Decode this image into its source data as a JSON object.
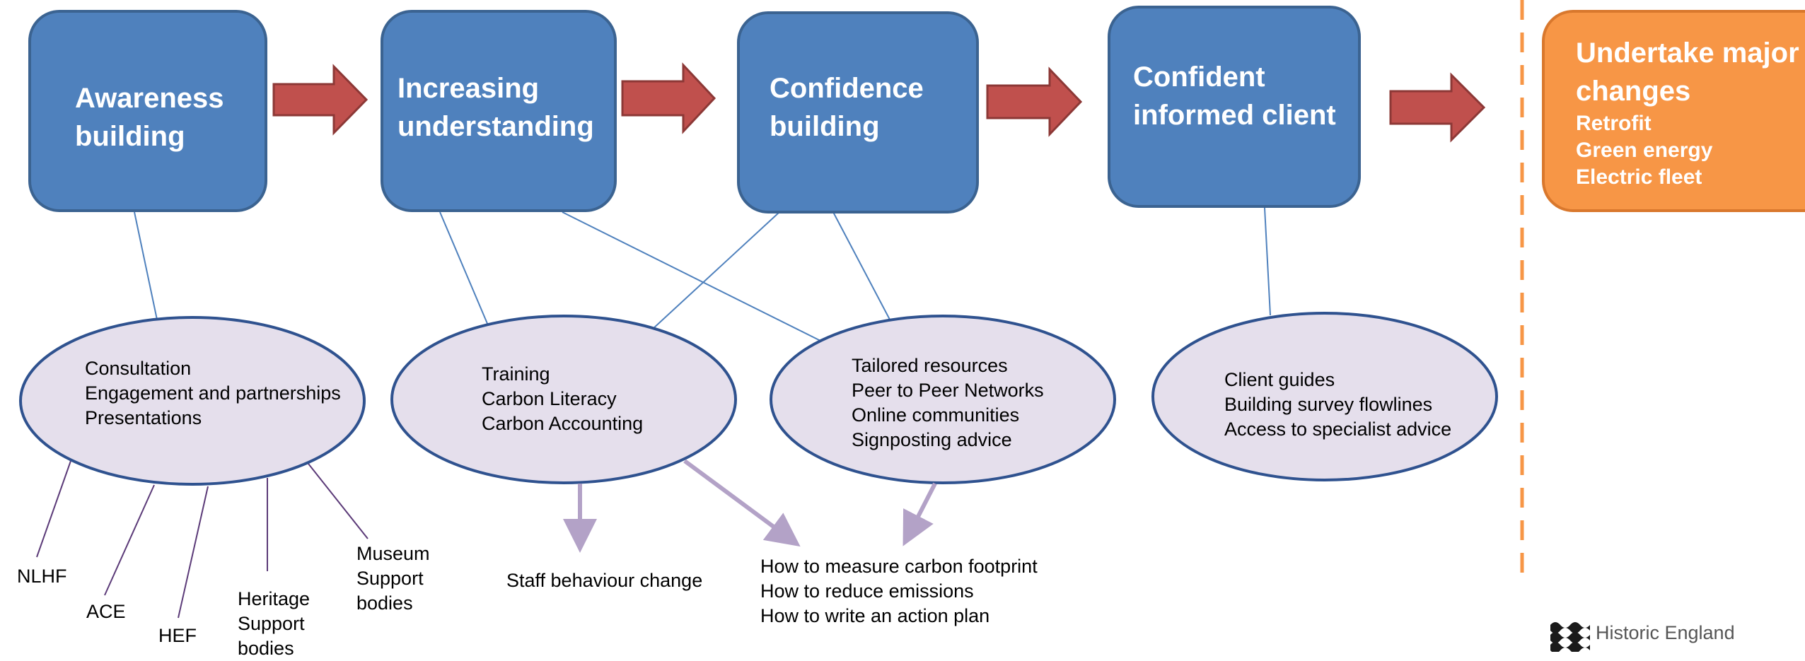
{
  "colors": {
    "stage_fill": "#4f81bd",
    "stage_border": "#3b6391",
    "final_fill": "#f79646",
    "arrow_fill": "#c0504d",
    "ellipse_fill": "#e5dfec",
    "ellipse_border": "#2f528f",
    "connector_line": "#4f81bd",
    "purple_arrow": "#b3a2c7",
    "dashed_divider": "#f79646"
  },
  "stages": [
    {
      "lines": [
        "Awareness",
        "building"
      ]
    },
    {
      "lines": [
        "Increasing",
        "understanding"
      ]
    },
    {
      "lines": [
        "Confidence",
        "building"
      ]
    },
    {
      "lines": [
        "Confident",
        "informed client"
      ]
    },
    {
      "lines": [
        "Undertake major",
        "changes"
      ],
      "sub": [
        "Retrofit",
        "Green energy",
        "Electric fleet"
      ]
    }
  ],
  "ellipses": [
    {
      "items": [
        "Consultation",
        "Engagement and partnerships",
        "Presentations"
      ]
    },
    {
      "items": [
        "Training",
        "Carbon Literacy",
        "Carbon Accounting"
      ]
    },
    {
      "items": [
        "Tailored resources",
        "Peer to Peer Networks",
        "Online communities",
        "Signposting advice"
      ]
    },
    {
      "items": [
        "Client guides",
        "Building survey flowlines",
        "Access to specialist advice"
      ]
    }
  ],
  "awareness_partners": [
    {
      "lines": [
        "NLHF"
      ]
    },
    {
      "lines": [
        "ACE"
      ]
    },
    {
      "lines": [
        "HEF"
      ]
    },
    {
      "lines": [
        "Heritage",
        "Support",
        "bodies"
      ]
    },
    {
      "lines": [
        "Museum",
        "Support",
        "bodies"
      ]
    }
  ],
  "outcomes": {
    "staff": "Staff behaviour change",
    "carbon": [
      "How to measure carbon footprint",
      "How to reduce emissions",
      "How to write an action plan"
    ]
  },
  "footer": {
    "logo_icon": "historic-england-waves-icon",
    "text": "Historic England"
  }
}
